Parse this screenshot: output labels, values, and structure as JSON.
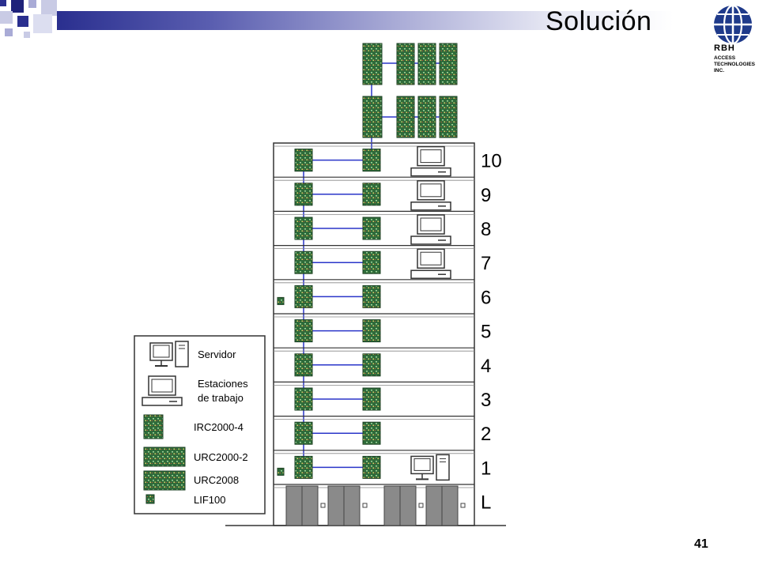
{
  "title": "Solución",
  "logo": {
    "brand": "RBH",
    "line1": "ACCESS",
    "line2": "TECHNOLOGIES",
    "line3": "INC."
  },
  "floors": [
    "10",
    "9",
    "8",
    "7",
    "6",
    "5",
    "4",
    "3",
    "2",
    "1",
    "L"
  ],
  "legend": {
    "servidor": "Servidor",
    "estaciones_1": "Estaciones",
    "estaciones_2": "de trabajo",
    "irc": "IRC2000-4",
    "urc2": "URC2000-2",
    "urc8": "URC2008",
    "lif": "LIF100"
  },
  "page_number": "41",
  "colors": {
    "accent": "#2a2f8f",
    "board": "#2e6b3a",
    "link": "#2a35c9"
  }
}
